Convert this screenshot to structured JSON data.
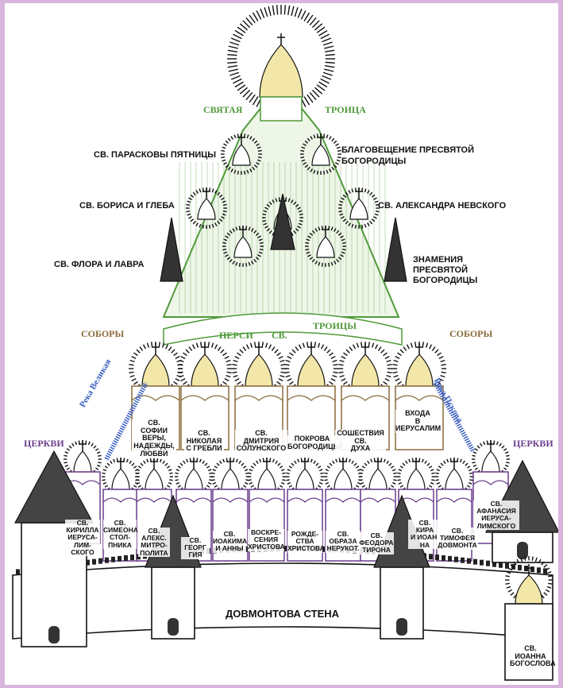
{
  "colors": {
    "background": "#d8b6dc",
    "trinity_green": "#4f9a3a",
    "sobor_brown": "#8a6a3a",
    "church_purple": "#6a3d8c",
    "river_blue": "#3a5fc2",
    "gold_dome": "#f2e7a8"
  },
  "trinity": {
    "title_left": "СВЯТАЯ",
    "title_right": "ТРОИЦА",
    "base_1": "ПЕРСИ",
    "base_2": "СВ.",
    "base_3": "ТРОИЦЫ"
  },
  "chapels": {
    "paraskeva": "СВ. ПАРАСКОВЫ ПЯТНИЦЫ",
    "annunciation_1": "БЛАГОВЕЩЕНИЕ ПРЕСВЯТОЙ",
    "annunciation_2": "БОГОРОДИЦЫ",
    "boris_gleb": "СВ. БОРИСА И ГЛЕБА",
    "alexander": "СВ. АЛЕКСАНДРА НЕВСКОГО",
    "flor_lavr": "СВ. ФЛОРА И ЛАВРА",
    "znamenie_1": "ЗНАМЕНИЯ",
    "znamenie_2": "ПРЕСВЯТОЙ",
    "znamenie_3": "БОГОРОДИЦЫ"
  },
  "sections": {
    "sobory_left": "СОБОРЫ",
    "sobory_right": "СОБОРЫ",
    "tserkvi_left": "ЦЕРКВИ",
    "tserkvi_right": "ЦЕРКВИ"
  },
  "rivers": {
    "velikaya": "Река Великая",
    "pskova": "Река Псковa"
  },
  "sobory": [
    "СВ.\nСОФИИ\nВЕРЫ,\nНАДЕЖДЫ,\nЛЮБВИ",
    "СВ.\nНИКОЛАЯ\nС ГРЕБЛИ",
    "СВ.\nДМИТРИЯ\nСОЛУНСКОГО",
    "ПОКРОВА\nБОГОРОДИЦЫ",
    "СОШЕСТВИЯ\nСВ.\nДУХА",
    "ВХОДА\nВ\nИЕРУСАЛИМ"
  ],
  "churches": [
    "СВ.\nКИРИЛЛА\nИЕРУСА-\nЛИМ-\nСКОГО",
    "СВ.\nСИМЕОНА\nСТОЛ-\nПНИКА",
    "СВ.\nАЛЕКС.\nМИТРО-\nПОЛИТА",
    "СВ.\nГЕОРГ\nГИЯ",
    "СВ.\nИОАКИМА\nИ АННЫ",
    "ВОСКРЕ-\nСЕНИЯ\nХРИСТОВА",
    "РОЖДЕ-\nСТВА\nХРИСТОВА",
    "СВ.\nОБРАЗА\nНЕРУКОТ.",
    "СВ.\nФЕОДОРА\nТИРОНА",
    "СВ.\nКИРА\nИ ИОАН-\nНА",
    "СВ.\nТИМОФЕЯ\nДОВМОНТА",
    "СВ.\nАФАНАСИЯ\nИЕРУСА-\nЛИМСКОГО"
  ],
  "wall": "ДОВМОНТОВА СТЕНА",
  "bottom_church": "СВ.\nИОАННА\nБОГОСЛОВА"
}
